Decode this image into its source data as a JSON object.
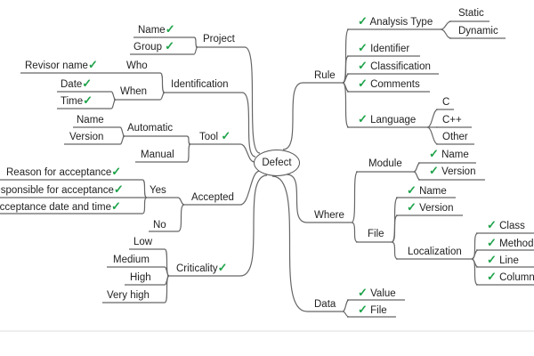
{
  "root": "Defect",
  "left": {
    "project": {
      "label": "Project",
      "children": [
        "Name",
        "Group"
      ]
    },
    "identification": {
      "label": "Identification",
      "who": "Who",
      "revisor": "Revisor name",
      "when": "When",
      "date": "Date",
      "time": "Time"
    },
    "tool": {
      "label": "Tool",
      "automatic": "Automatic",
      "name": "Name",
      "version": "Version",
      "manual": "Manual"
    },
    "accepted": {
      "label": "Accepted",
      "yes": "Yes",
      "no": "No",
      "reason": "Reason for acceptance",
      "responsible": "Responsible for acceptance",
      "datetime": "Acceptance date and time"
    },
    "criticality": {
      "label": "Criticality",
      "levels": [
        "Low",
        "Medium",
        "High",
        "Very high"
      ]
    }
  },
  "right": {
    "rule": {
      "label": "Rule",
      "analysis_type": "Analysis Type",
      "static": "Static",
      "dynamic": "Dynamic",
      "identifier": "Identifier",
      "classification": "Classification",
      "comments": "Comments",
      "language": "Language",
      "languages": [
        "C",
        "C++",
        "Other"
      ]
    },
    "where": {
      "label": "Where",
      "module": "Module",
      "module_name": "Name",
      "module_version": "Version",
      "file": "File",
      "file_name": "Name",
      "file_version": "Version",
      "localization": "Localization",
      "loc_items": [
        "Class",
        "Method",
        "Line",
        "Column"
      ]
    },
    "data": {
      "label": "Data",
      "value": "Value",
      "file": "File"
    }
  },
  "check_symbol": "✓",
  "check_color": "#1fa34a"
}
